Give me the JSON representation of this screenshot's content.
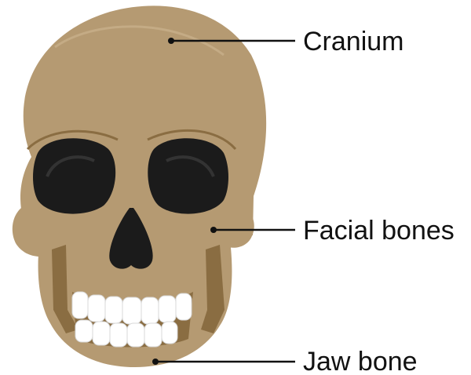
{
  "labels": {
    "cranium": "Cranium",
    "facial": "Facial bones",
    "jaw": "Jaw bone"
  },
  "colors": {
    "bone": "#b59a72",
    "bone_shadow": "#8a6d42",
    "bone_highlight": "#c4ab85",
    "socket": "#1b1b1b",
    "tooth": "#ffffff",
    "line": "#111111"
  }
}
